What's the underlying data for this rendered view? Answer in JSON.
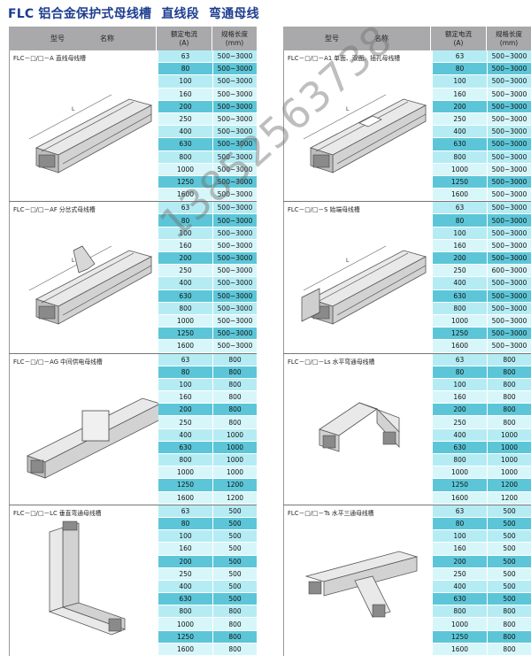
{
  "title": {
    "main": "FLC 铝合金保护式母线槽",
    "sub1": "直线段",
    "sub2": "弯通母线"
  },
  "header": {
    "model": "型号",
    "name": "名称",
    "current": "额定电流",
    "current_unit": "(A)",
    "length": "规格长度",
    "length_unit": "(mm)"
  },
  "watermark": "13852563738",
  "left_groups": [
    {
      "label": "FLC－□/□－A 直线母线槽",
      "icon": "straight-busway-icon",
      "rows": [
        [
          "63",
          "500~3000"
        ],
        [
          "80",
          "500~3000"
        ],
        [
          "100",
          "500~3000"
        ],
        [
          "160",
          "500~3000"
        ],
        [
          "200",
          "500~3000"
        ],
        [
          "250",
          "500~3000"
        ],
        [
          "400",
          "500~3000"
        ],
        [
          "630",
          "500~3000"
        ],
        [
          "800",
          "500~3000"
        ],
        [
          "1000",
          "500~3000"
        ],
        [
          "1250",
          "500~3000"
        ],
        [
          "1600",
          "500~3000"
        ]
      ]
    },
    {
      "label": "FLC－□/□－AF 分岔式母线槽",
      "icon": "branch-busway-icon",
      "rows": [
        [
          "63",
          "500~3000"
        ],
        [
          "80",
          "500~3000"
        ],
        [
          "100",
          "500~3000"
        ],
        [
          "160",
          "500~3000"
        ],
        [
          "200",
          "500~3000"
        ],
        [
          "250",
          "500~3000"
        ],
        [
          "400",
          "500~3000"
        ],
        [
          "630",
          "500~3000"
        ],
        [
          "800",
          "500~3000"
        ],
        [
          "1000",
          "500~3000"
        ],
        [
          "1250",
          "500~3000"
        ],
        [
          "1600",
          "500~3000"
        ]
      ]
    },
    {
      "label": "FLC－□/□－AG 中间供电母线槽",
      "icon": "middle-feed-busway-icon",
      "rows": [
        [
          "63",
          "800"
        ],
        [
          "80",
          "800"
        ],
        [
          "100",
          "800"
        ],
        [
          "160",
          "800"
        ],
        [
          "200",
          "800"
        ],
        [
          "250",
          "800"
        ],
        [
          "400",
          "1000"
        ],
        [
          "630",
          "1000"
        ],
        [
          "800",
          "1000"
        ],
        [
          "1000",
          "1000"
        ],
        [
          "1250",
          "1200"
        ],
        [
          "1600",
          "1200"
        ]
      ]
    },
    {
      "label": "FLC－□/□－LC 垂直弯通母线槽",
      "icon": "vertical-elbow-busway-icon",
      "rows": [
        [
          "63",
          "500"
        ],
        [
          "80",
          "500"
        ],
        [
          "100",
          "500"
        ],
        [
          "160",
          "500"
        ],
        [
          "200",
          "500"
        ],
        [
          "250",
          "500"
        ],
        [
          "400",
          "500"
        ],
        [
          "630",
          "500"
        ],
        [
          "800",
          "800"
        ],
        [
          "1000",
          "800"
        ],
        [
          "1250",
          "800"
        ],
        [
          "1600",
          "800"
        ]
      ]
    }
  ],
  "right_groups": [
    {
      "label": "FLC－□/□－A1 单面、双面、插孔母线槽",
      "icon": "plug-in-busway-icon",
      "rows": [
        [
          "63",
          "500~3000"
        ],
        [
          "80",
          "500~3000"
        ],
        [
          "100",
          "500~3000"
        ],
        [
          "160",
          "500~3000"
        ],
        [
          "200",
          "500~3000"
        ],
        [
          "250",
          "500~3000"
        ],
        [
          "400",
          "500~3000"
        ],
        [
          "630",
          "500~3000"
        ],
        [
          "800",
          "500~3000"
        ],
        [
          "1000",
          "500~3000"
        ],
        [
          "1250",
          "500~3000"
        ],
        [
          "1600",
          "500~3000"
        ]
      ]
    },
    {
      "label": "FLC－□/□－S 始端母线槽",
      "icon": "start-end-busway-icon",
      "rows": [
        [
          "63",
          "500~3000"
        ],
        [
          "80",
          "500~3000"
        ],
        [
          "100",
          "500~3000"
        ],
        [
          "160",
          "500~3000"
        ],
        [
          "200",
          "500~3000"
        ],
        [
          "250",
          "600~3000"
        ],
        [
          "400",
          "500~3000"
        ],
        [
          "630",
          "500~3000"
        ],
        [
          "800",
          "500~3000"
        ],
        [
          "1000",
          "500~3000"
        ],
        [
          "1250",
          "500~3000"
        ],
        [
          "1600",
          "500~3000"
        ]
      ]
    },
    {
      "label": "FLC－□/□－Ls 水平弯通母线槽",
      "icon": "horizontal-elbow-busway-icon",
      "rows": [
        [
          "63",
          "800"
        ],
        [
          "80",
          "800"
        ],
        [
          "100",
          "800"
        ],
        [
          "160",
          "800"
        ],
        [
          "200",
          "800"
        ],
        [
          "250",
          "800"
        ],
        [
          "400",
          "1000"
        ],
        [
          "630",
          "1000"
        ],
        [
          "800",
          "1000"
        ],
        [
          "1000",
          "1000"
        ],
        [
          "1250",
          "1200"
        ],
        [
          "1600",
          "1200"
        ]
      ]
    },
    {
      "label": "FLC－□/□－Ts 水平三通母线槽",
      "icon": "horizontal-tee-busway-icon",
      "rows": [
        [
          "63",
          "500"
        ],
        [
          "80",
          "500"
        ],
        [
          "100",
          "500"
        ],
        [
          "160",
          "500"
        ],
        [
          "200",
          "500"
        ],
        [
          "250",
          "500"
        ],
        [
          "400",
          "500"
        ],
        [
          "630",
          "500"
        ],
        [
          "800",
          "800"
        ],
        [
          "1000",
          "800"
        ],
        [
          "1250",
          "800"
        ],
        [
          "1600",
          "800"
        ]
      ]
    }
  ]
}
